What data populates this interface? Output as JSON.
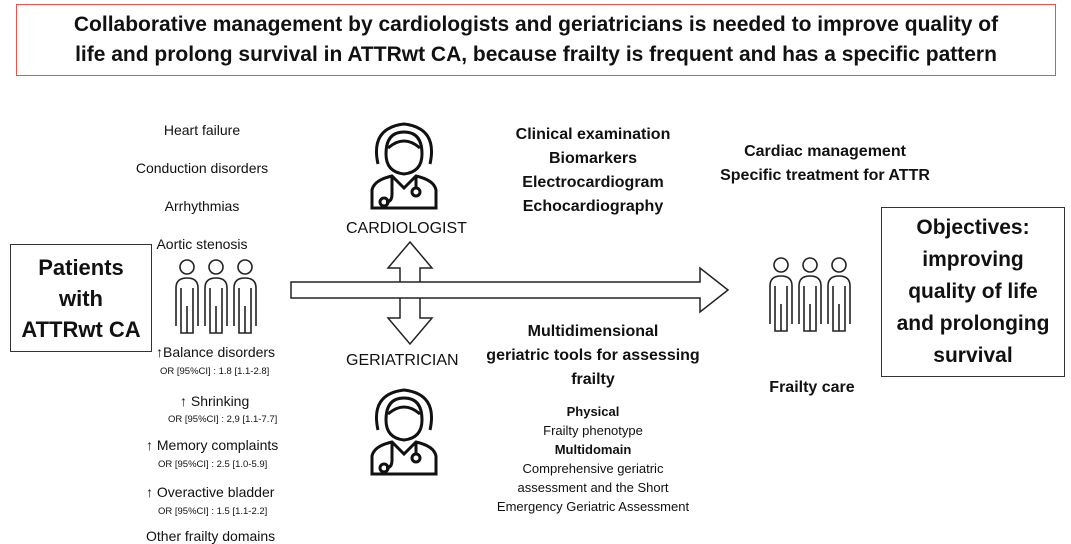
{
  "title": {
    "line1": "Collaborative management by cardiologists and geriatricians is needed to improve quality of",
    "line2": "life and prolong survival in ATTRwt CA, because frailty is frequent and has a specific pattern"
  },
  "patients_box": {
    "line1": "Patients",
    "line2": "with",
    "line3": "ATTRwt CA"
  },
  "conditions": [
    "Heart failure",
    "Conduction disorders",
    "Arrhythmias",
    "Aortic stenosis"
  ],
  "frailty_findings": [
    {
      "arrow": "↑",
      "label": "Balance disorders",
      "stat": "OR [95%CI] : 1.8 [1.1-2.8]"
    },
    {
      "arrow": "↑",
      "label": " Shrinking",
      "stat": "OR [95%CI] : 2,9 [1.1-7.7]"
    },
    {
      "arrow": "↑",
      "label": " Memory complaints",
      "stat": "OR [95%CI] : 2.5 [1.0-5.9]"
    },
    {
      "arrow": "↑",
      "label": " Overactive bladder",
      "stat": "OR [95%CI] : 1.5 [1.1-2.2]"
    }
  ],
  "other_domains": "Other frailty domains",
  "cardiologist": {
    "label": "CARDIOLOGIST",
    "tools": [
      "Clinical examination",
      "Biomarkers",
      "Electrocardiogram",
      "Echocardiography"
    ]
  },
  "geriatrician": {
    "label": "GERIATRICIAN",
    "tools_heading": [
      "Multidimensional",
      "geriatric tools for assessing",
      "frailty"
    ],
    "physical_heading": "Physical",
    "physical_item": "Frailty phenotype",
    "multidomain_heading": "Multidomain",
    "multidomain_items": [
      "Comprehensive geriatric",
      "assessment and the Short",
      "Emergency Geriatric Assessment"
    ]
  },
  "cardiac_management": [
    "Cardiac management",
    "Specific treatment for ATTR"
  ],
  "frailty_care": "Frailty care",
  "objectives_box": [
    "Objectives:",
    "improving",
    "quality of life",
    "and prolonging",
    "survival"
  ],
  "colors": {
    "title_border": "#e0574f",
    "line": "#222222"
  },
  "icons": [
    "patients-group-icon",
    "doctor-icon",
    "up-down-arrow-icon",
    "right-arrow-icon"
  ]
}
